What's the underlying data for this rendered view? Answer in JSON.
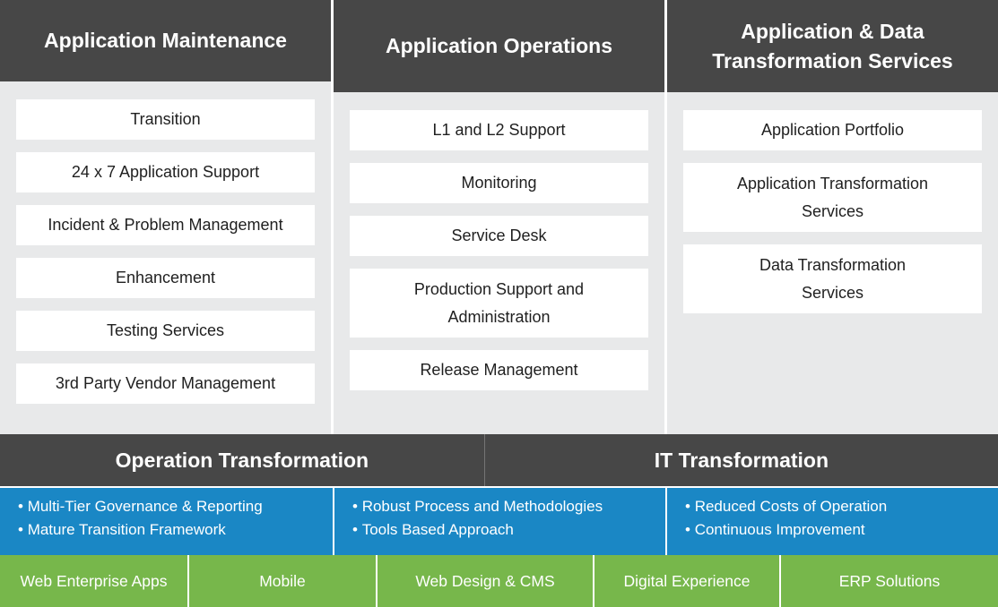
{
  "palette": {
    "header_dark": "#474747",
    "panel_gray": "#e8e9ea",
    "benefit_blue": "#1a87c5",
    "footer_green": "#77b74b",
    "box_white": "#ffffff"
  },
  "columns": [
    {
      "header": "Application Maintenance",
      "items": [
        "Transition",
        "24 x 7 Application Support",
        "Incident & Problem Management",
        "Enhancement",
        "Testing Services",
        "3rd Party Vendor Management"
      ]
    },
    {
      "header": "Application Operations",
      "items": [
        "L1 and L2 Support",
        "Monitoring",
        "Service Desk",
        "Production Support and\nAdministration",
        "Release Management"
      ]
    },
    {
      "header": "Application & Data Transformation Services",
      "items": [
        "Application Portfolio",
        "Application Transformation\nServices",
        "Data Transformation\nServices"
      ]
    }
  ],
  "transformation_bar": {
    "left": "Operation Transformation",
    "right": "IT Transformation"
  },
  "benefit_cells": [
    {
      "bullets": [
        "Multi-Tier Governance & Reporting",
        "Mature Transition Framework"
      ]
    },
    {
      "bullets": [
        "Robust Process and Methodologies",
        "Tools Based Approach"
      ]
    },
    {
      "bullets": [
        "Reduced Costs of Operation",
        "Continuous Improvement"
      ]
    }
  ],
  "footer_cells": [
    "Web Enterprise Apps",
    "Mobile",
    "Web Design & CMS",
    "Digital Experience",
    "ERP Solutions"
  ]
}
